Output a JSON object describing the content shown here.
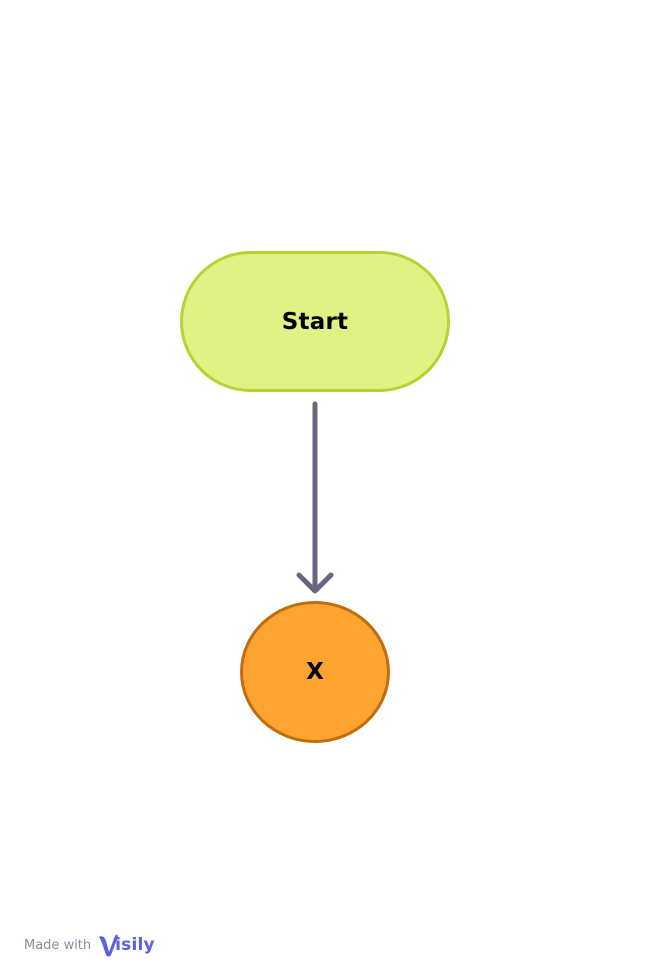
{
  "diagram": {
    "nodes": [
      {
        "id": "start",
        "shape": "terminator",
        "label": "Start",
        "fill": "#e1f285",
        "stroke": "#b6d334"
      },
      {
        "id": "end",
        "shape": "circle",
        "label": "X",
        "fill": "#ffa431",
        "stroke": "#c06d0b"
      }
    ],
    "edges": [
      {
        "from": "start",
        "to": "end",
        "color": "#67657f"
      }
    ]
  },
  "footer": {
    "made_with": "Made with",
    "brand_rest": "isily",
    "brand_color": "#5b62e0"
  }
}
